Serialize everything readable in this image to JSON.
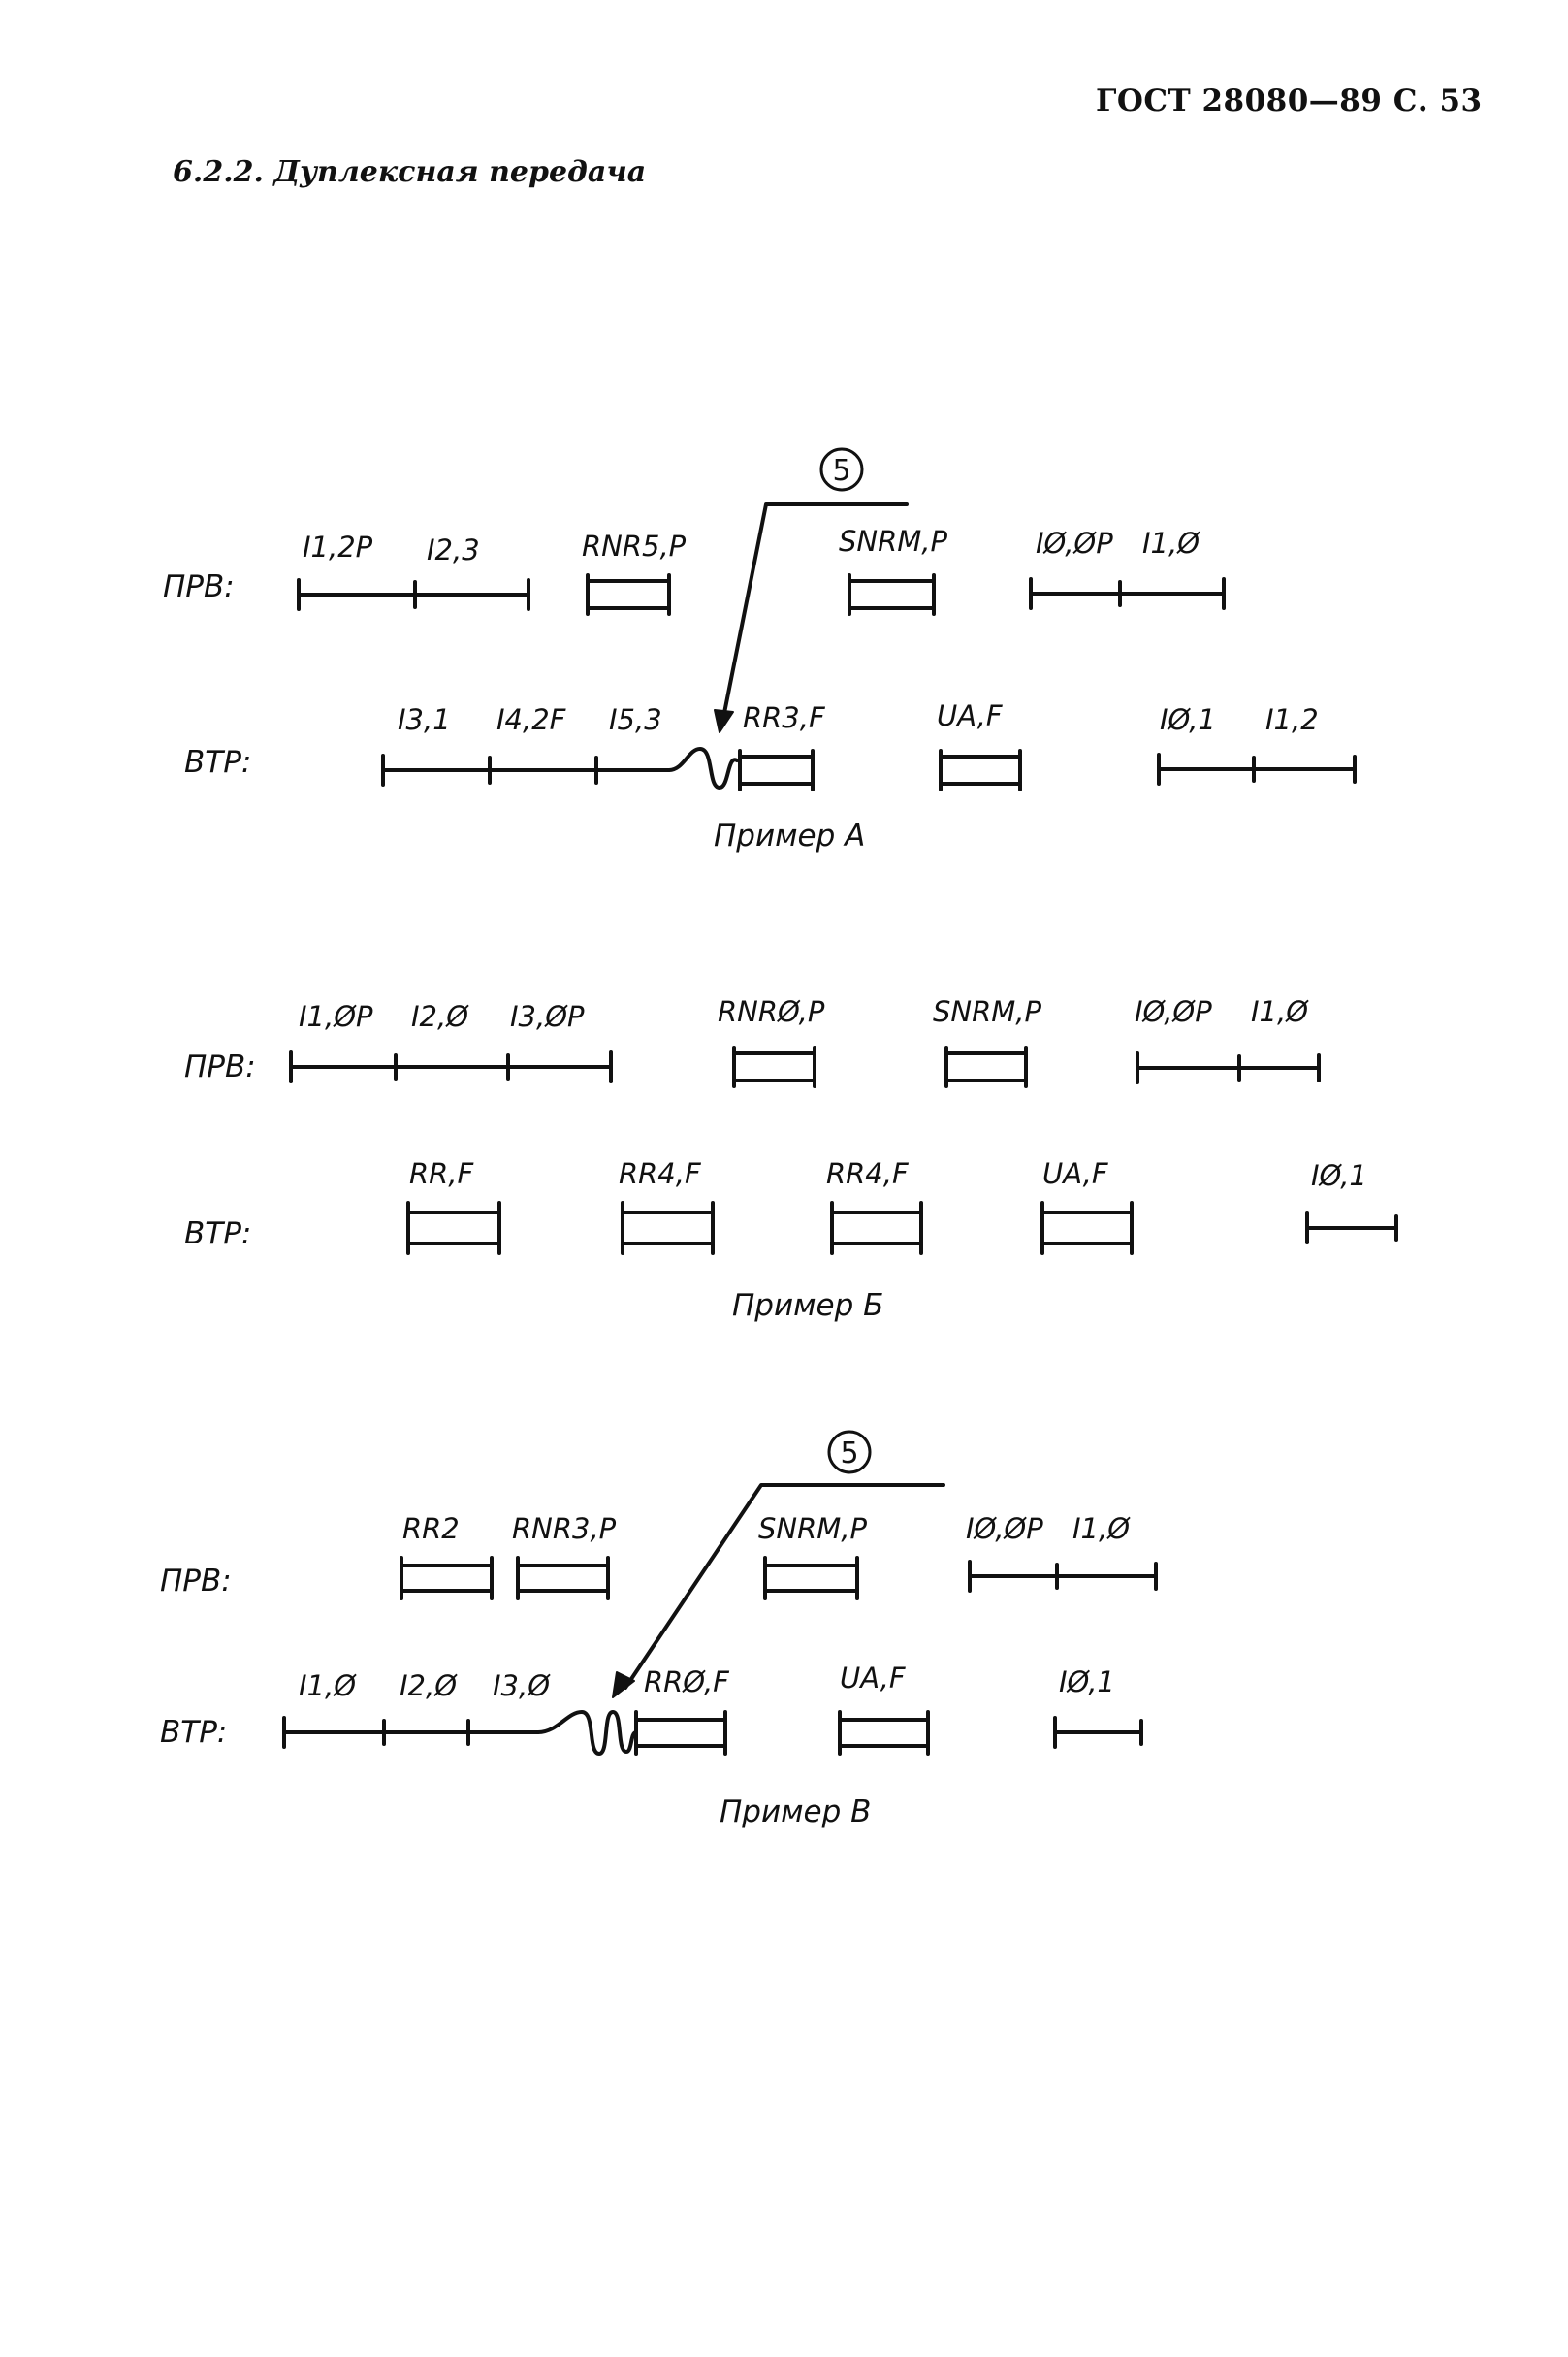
{
  "page": {
    "header": "ГОСТ 28080—89 С. 53",
    "section_title": "6.2.2. Дуплексная передача"
  },
  "rows": {
    "prv": "ПРВ:",
    "vtr": "ВТР:"
  },
  "example_a": {
    "caption": "Пример А",
    "marker": "5",
    "prv": [
      "I1,2P",
      "I2,3",
      "RNR5,P",
      "SNRM,P",
      "IØ,ØP",
      "I1,Ø"
    ],
    "vtr": [
      "I3,1",
      "I4,2F",
      "I5,3",
      "RR3,F",
      "UA,F",
      "IØ,1",
      "I1,2"
    ]
  },
  "example_b": {
    "caption": "Пример Б",
    "prv": [
      "I1,ØP",
      "I2,Ø",
      "I3,ØP",
      "RNRØ,P",
      "SNRM,P",
      "IØ,ØP",
      "I1,Ø"
    ],
    "vtr": [
      "RR,F",
      "RR4,F",
      "RR4,F",
      "UA,F",
      "IØ,1"
    ]
  },
  "example_v": {
    "caption": "Пример В",
    "marker": "5",
    "prv": [
      "RR2",
      "RNR3,P",
      "SNRM,P",
      "IØ,ØP",
      "I1,Ø"
    ],
    "vtr": [
      "I1,Ø",
      "I2,Ø",
      "I3,Ø",
      "RRØ,F",
      "UA,F",
      "IØ,1"
    ]
  }
}
